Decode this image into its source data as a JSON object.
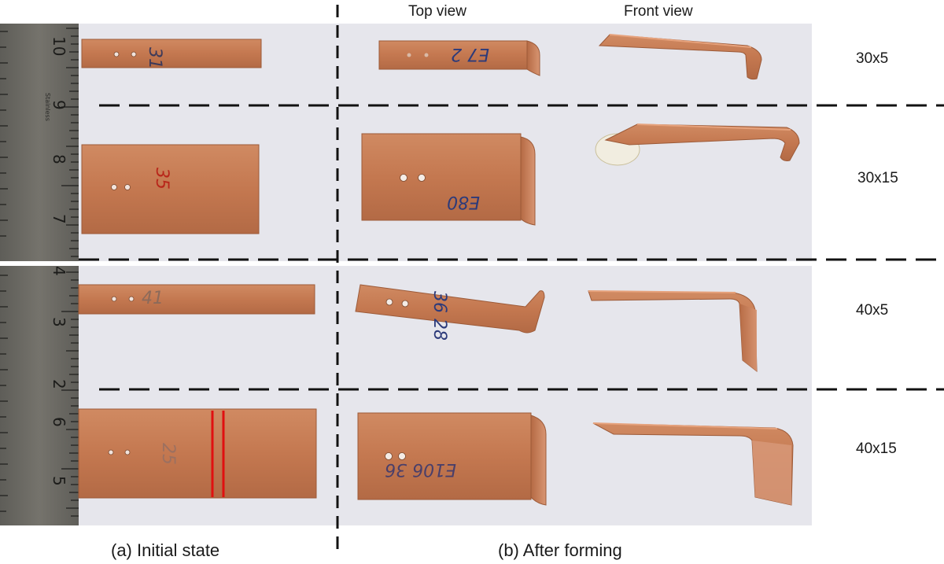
{
  "headers": {
    "top_view": "Top view",
    "front_view": "Front view"
  },
  "rows": [
    {
      "label": "30x5",
      "written_initial": "31",
      "written_formed": "E7 2"
    },
    {
      "label": "30x15",
      "written_initial": "35",
      "written_formed": "E80"
    },
    {
      "label": "40x5",
      "written_initial": "41",
      "written_formed": "36 28"
    },
    {
      "label": "40x15",
      "written_initial": "25",
      "written_formed": "E106 36"
    }
  ],
  "captions": {
    "initial": "(a) Initial state",
    "formed": "(b) After forming"
  },
  "ruler": {
    "top_numbers": [
      "10",
      "9",
      "8",
      "7"
    ],
    "bottom_numbers": [
      "4",
      "3",
      "2",
      "6",
      "5"
    ],
    "brand": "Stainless"
  },
  "colors": {
    "copper": "#c57a52",
    "copper_edge": "#9c5a38",
    "background": "#e6e6ec",
    "ruler": "#6b6a64",
    "marker_red": "#e01010",
    "dashed_line": "#111111"
  }
}
